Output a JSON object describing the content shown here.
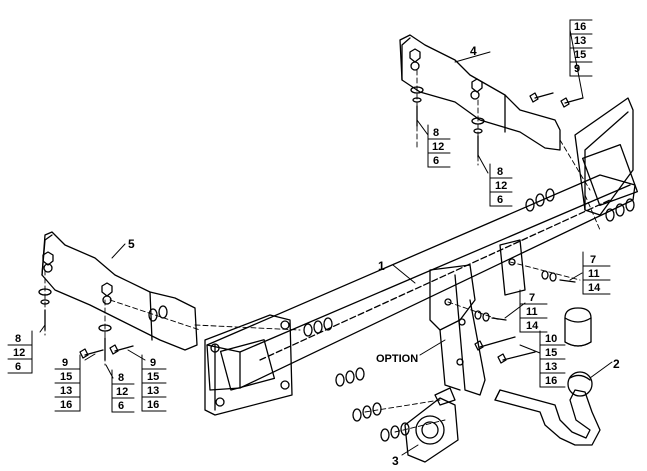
{
  "callouts": {
    "c1": "1",
    "c2": "2",
    "c3": "3",
    "c4": "4",
    "c5": "5"
  },
  "option_label": "OPTION",
  "stacks": {
    "s_top": [
      "16",
      "13",
      "15",
      "9"
    ],
    "s_tl": [
      "8",
      "12",
      "6"
    ],
    "s_tr": [
      "8",
      "12",
      "6"
    ],
    "s_r1": [
      "7",
      "11",
      "14"
    ],
    "s_m1": [
      "7",
      "11",
      "14"
    ],
    "s_r2": [
      "10",
      "15",
      "13",
      "16"
    ],
    "s_l1": [
      "8",
      "12",
      "6"
    ],
    "s_l2": [
      "9",
      "15",
      "13",
      "16"
    ],
    "s_l3": [
      "8",
      "12",
      "6"
    ],
    "s_l4": [
      "9",
      "15",
      "13",
      "16"
    ]
  }
}
